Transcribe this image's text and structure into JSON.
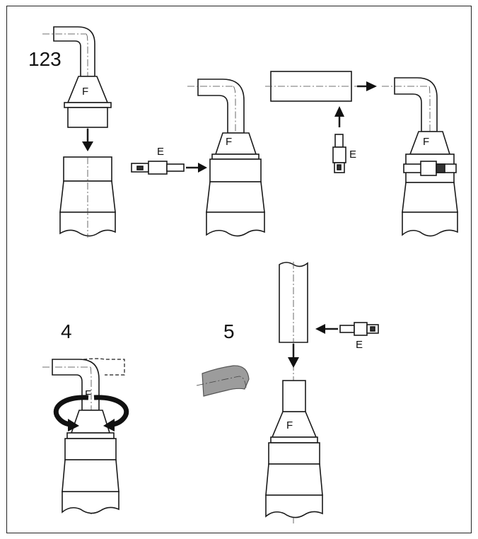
{
  "steps": {
    "group1": "123",
    "step4": "4",
    "step5": "5"
  },
  "labels": {
    "flue_adapter": "F",
    "clamp": "E"
  },
  "colors": {
    "line": "#1a1a1a",
    "removed_part": "#9c9c9c",
    "background": "#ffffff"
  }
}
